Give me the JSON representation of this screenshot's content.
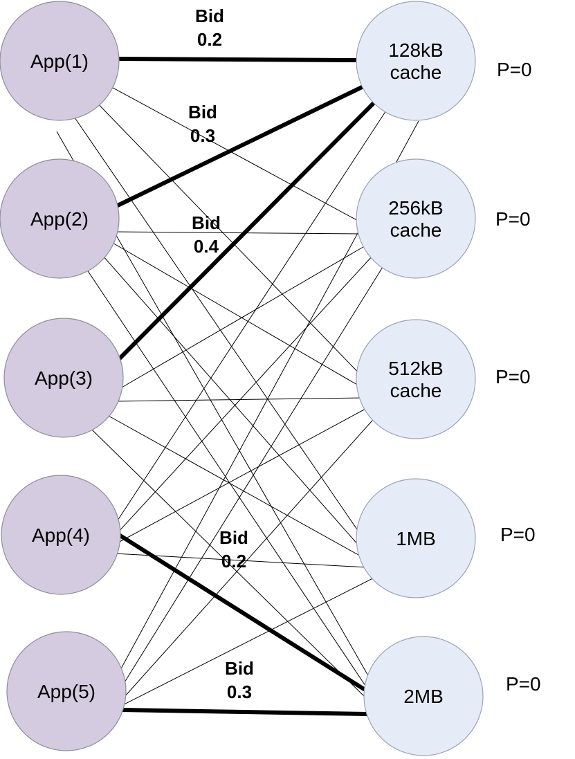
{
  "apps": [
    {
      "id": "app1",
      "label": "App(1)"
    },
    {
      "id": "app2",
      "label": "App(2)"
    },
    {
      "id": "app3",
      "label": "App(3)"
    },
    {
      "id": "app4",
      "label": "App(4)"
    },
    {
      "id": "app5",
      "label": "App(5)"
    }
  ],
  "caches": [
    {
      "id": "c128",
      "lines": [
        "128kB",
        "cache"
      ],
      "price": "P=0"
    },
    {
      "id": "c256",
      "lines": [
        "256kB",
        "cache"
      ],
      "price": "P=0"
    },
    {
      "id": "c512",
      "lines": [
        "512kB",
        "cache"
      ],
      "price": "P=0"
    },
    {
      "id": "c1mb",
      "lines": [
        "1MB"
      ],
      "price": "P=0"
    },
    {
      "id": "c2mb",
      "lines": [
        "2MB"
      ],
      "price": "P=0"
    }
  ],
  "bids": [
    {
      "from": "app1",
      "to": "c128",
      "label_line1": "Bid",
      "label_line2": "0.2"
    },
    {
      "from": "app2",
      "to": "c128",
      "label_line1": "Bid",
      "label_line2": "0.3"
    },
    {
      "from": "app3",
      "to": "c128",
      "label_line1": "Bid",
      "label_line2": "0.4"
    },
    {
      "from": "app4",
      "to": "c2mb",
      "label_line1": "Bid",
      "label_line2": "0.2"
    },
    {
      "from": "app5",
      "to": "c2mb",
      "label_line1": "Bid",
      "label_line2": "0.3"
    }
  ]
}
